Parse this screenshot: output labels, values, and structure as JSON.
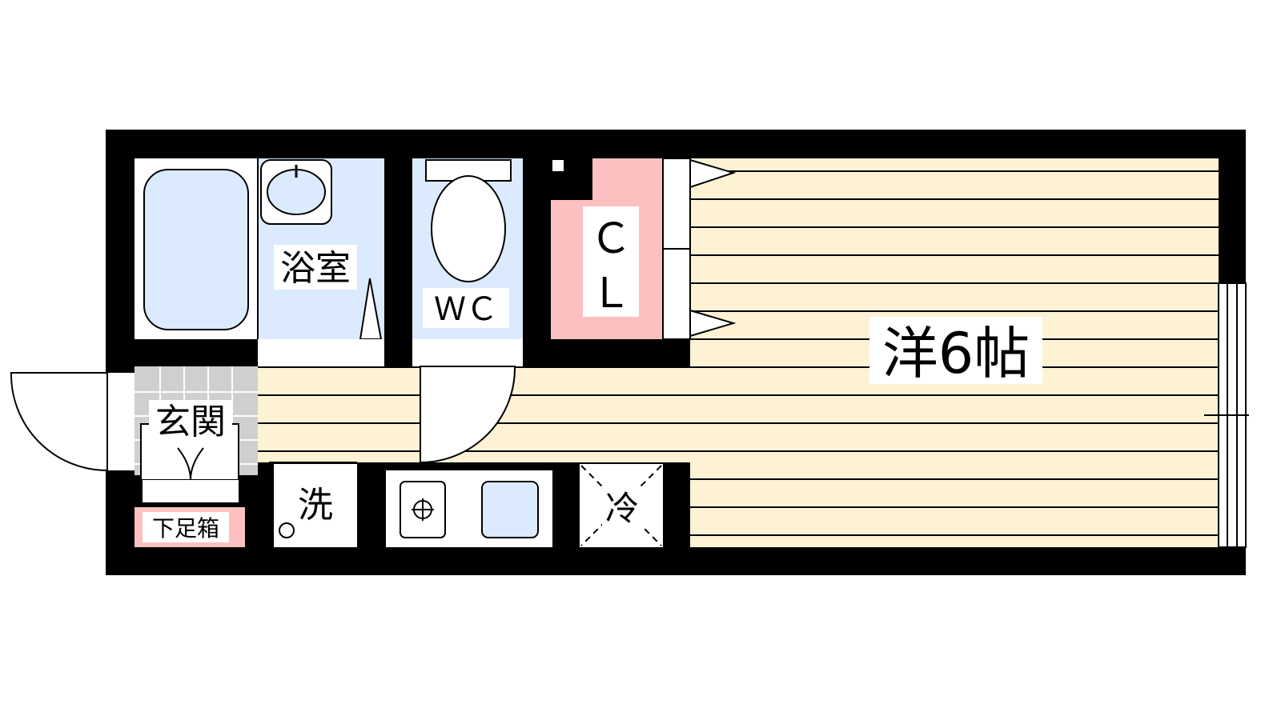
{
  "rooms": {
    "bathroom": "浴室",
    "toilet": "ＷＣ",
    "closet_top": "Ｃ",
    "closet_bottom": "Ｌ",
    "western_room": "洋6帖",
    "entrance": "玄関",
    "shoe_box": "下足箱",
    "washer": "洗",
    "fridge": "冷"
  },
  "colors": {
    "wall": "#000000",
    "floor_wood": "#fdf2d3",
    "floor_lines": "#000000",
    "wet_area": "#dbeafd",
    "closet": "#fcc0c0",
    "entrance_tile": "#cfcfcf",
    "shoe_box": "#fcc0c0"
  }
}
